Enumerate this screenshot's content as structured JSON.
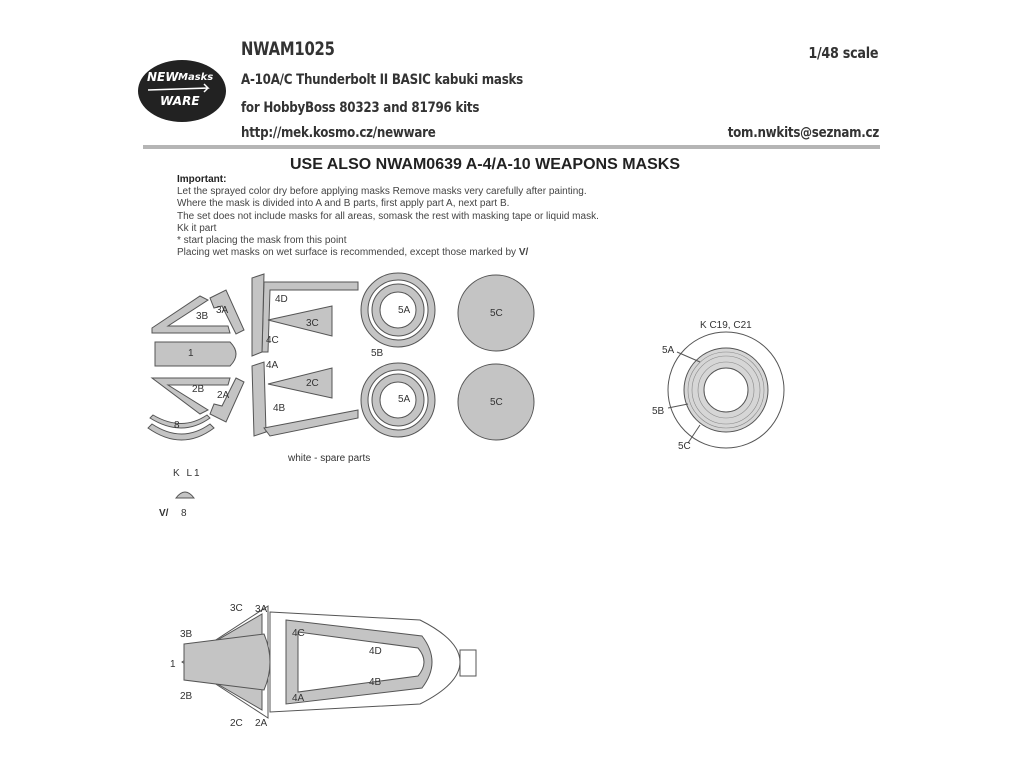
{
  "header": {
    "code": "NWAM1025",
    "scale": "1/48 scale",
    "title_line": "A-10A/C Thunderbolt II BASIC kabuki masks",
    "kit_line": "for HobbyBoss 80323 and 81796 kits",
    "url": "http://mek.kosmo.cz/newware",
    "email": "tom.nwkits@seznam.cz"
  },
  "logo": {
    "top_text": "NEW",
    "mid_text": "Masks",
    "bottom_text": "WARE"
  },
  "banner": "USE ALSO NWAM0639 A-4/A-10 WEAPONS MASKS",
  "important": {
    "heading": "Important:",
    "lines": [
      "Let the sprayed color dry before applying masks Remove masks very carefully after painting.",
      "Where the mask is divided into A and B parts, first apply part A, next part B.",
      "The set does not include masks for all areas, somask the rest with masking tape or liquid mask.",
      "Kk it part",
      "* start placing the mask from this point",
      "Placing wet masks on wet surface is recommended, except those marked by"
    ]
  },
  "mask_sheet": {
    "labels": {
      "p3B": "3B",
      "p3A": "3A",
      "p1": "1",
      "p2B": "2B",
      "p2A": "2A",
      "p8": "8",
      "p4D": "4D",
      "p3C": "3C",
      "p4C": "4C",
      "p4A": "4A",
      "p2C": "2C",
      "p4B": "4B",
      "p5A_top": "5A",
      "p5B": "5B",
      "p5C_top": "5C",
      "p5A_bot": "5A",
      "p5C_bot": "5C"
    },
    "spare_note": "white - spare parts",
    "kit_part": "K L1",
    "dry_part": "8"
  },
  "wheel_diagram": {
    "title": "K C19, C21",
    "labels": {
      "a": "5A",
      "b": "5B",
      "c": "5C"
    }
  },
  "canopy_diagram": {
    "labels": {
      "c3C": "3C",
      "c3A": "3A",
      "c3B": "3B",
      "c1": "1",
      "c2B": "2B",
      "c2C": "2C",
      "c2A": "2A",
      "c4C": "4C",
      "c4D": "4D",
      "c4B": "4B",
      "c4A": "4A"
    }
  },
  "colors": {
    "mask_gray": "#c4c4c4",
    "outline": "#555555",
    "header_rule": "#b5b5b5"
  }
}
